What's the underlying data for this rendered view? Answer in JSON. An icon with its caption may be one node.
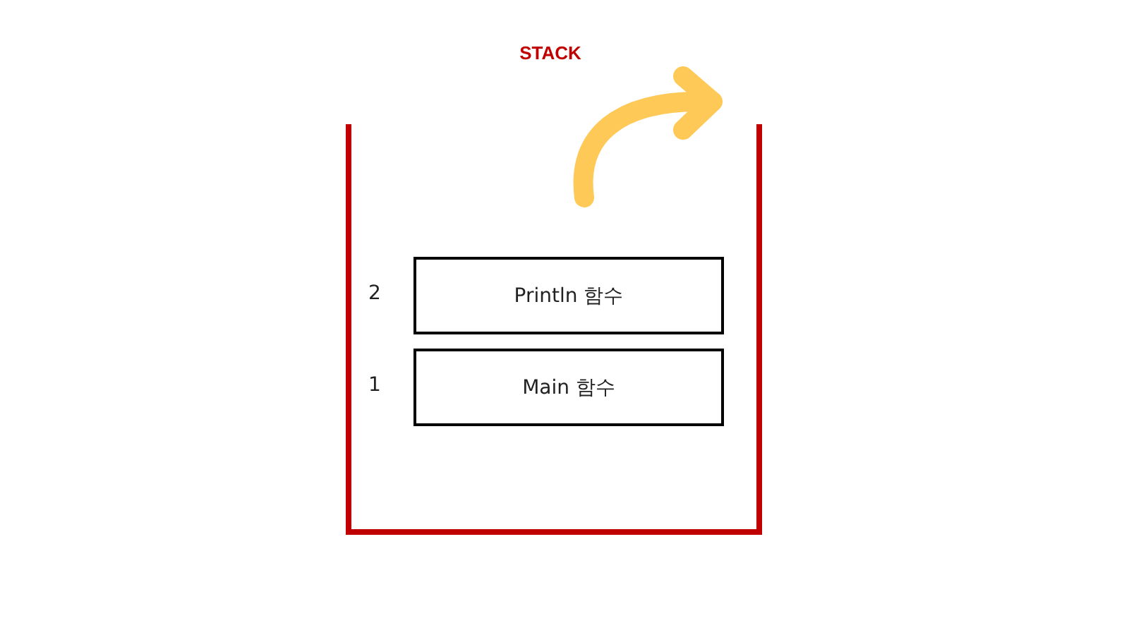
{
  "diagram": {
    "title": "STACK",
    "nodes": [
      {
        "text": [
          "Println 함수"
        ],
        "beside": [
          "2"
        ]
      },
      {
        "text": [
          "Main 함수"
        ],
        "beside": [
          "1"
        ]
      }
    ]
  }
}
